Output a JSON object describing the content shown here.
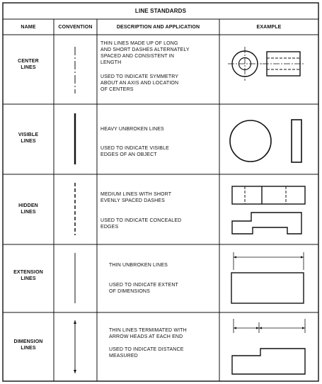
{
  "title": "LINE STANDARDS",
  "headers": {
    "name": "NAME",
    "convention": "CONVENTION",
    "description": "DESCRIPTION AND APPLICATION",
    "example": "EXAMPLE"
  },
  "rows": [
    {
      "name": "CENTER\nLINES",
      "desc1": "THIN LINES MADE UP OF LONG\nAND SHORT DASHES ALTERNATELY\nSPACED AND CONSISTENT IN\nLENGTH",
      "desc2": "USED TO INDICATE SYMMETRY\nABOUT AN AXIS AND LOCATION\nOF CENTERS"
    },
    {
      "name": "VISIBLE\nLINES",
      "desc1": "HEAVY UNBROKEN LINES",
      "desc2": "USED TO INDICATE VISIBLE\nEDGES OF AN OBJECT"
    },
    {
      "name": "HIDDEN\nLINES",
      "desc1": "MEDIUM LINES WITH SHORT\nEVENLY SPACED DASHES",
      "desc2": "USED TO INDICATE CONCEALED\nEDGES"
    },
    {
      "name": "EXTENSION\nLINES",
      "desc1": "THIN UNBROKEN LINES",
      "desc2": "USED TO INDICATE EXTENT\nOF DIMENSIONS"
    },
    {
      "name": "DIMENSION\nLINES",
      "desc1": "THIN LINES TERMIMATED WITH\nARROW HEADS AT EACH END",
      "desc2": "USED TO INDICATE DISTANCE\nMEASURED"
    }
  ]
}
